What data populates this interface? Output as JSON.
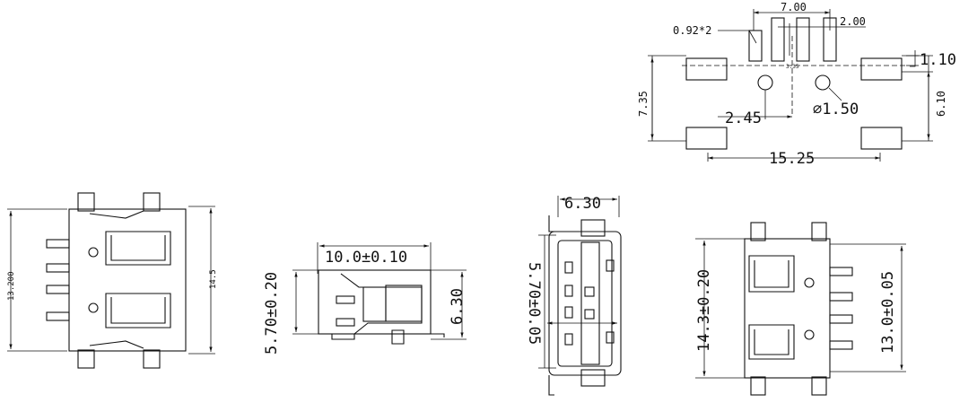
{
  "footprint": {
    "pitch_top": "7.00",
    "pin_width": "0.92*2",
    "pin_pitch": "2.00",
    "small_dim": "3.35",
    "pad_height": "1.10",
    "height_left": "7.35",
    "height_right": "6.10",
    "hole_offset": "2.45",
    "hole_diameter": "⌀1.50",
    "width_bottom": "15.25"
  },
  "top_view_left": {
    "height_left": "13.200",
    "height_right": "14.5"
  },
  "side_view": {
    "length": "10.0±0.10",
    "height_left": "5.70±0.20",
    "height_right": "6.30"
  },
  "front_view": {
    "width_top": "6.30",
    "height": "5.70±0.05"
  },
  "top_view_right": {
    "height_left": "14.3±0.20",
    "height_right": "13.0±0.05"
  }
}
